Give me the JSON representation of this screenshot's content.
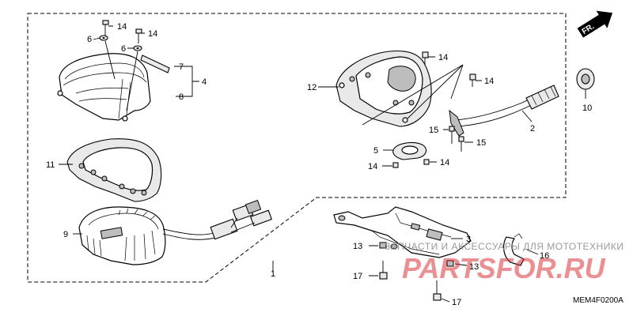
{
  "labels": {
    "p1": "1",
    "p2": "2",
    "p3": "3",
    "p4": "4",
    "p5": "5",
    "p6a": "6",
    "p6b": "6",
    "p7": "7",
    "p8": "8",
    "p9": "9",
    "p10": "10",
    "p11": "11",
    "p12": "12",
    "p13a": "13",
    "p13b": "13",
    "p14a": "14",
    "p14b": "14",
    "p14c": "14",
    "p14d": "14",
    "p14e": "14",
    "p14f": "14",
    "p15a": "15",
    "p15b": "15",
    "p16": "16",
    "p17a": "17",
    "p17b": "17"
  },
  "direction_label": "FR.",
  "diagram_code": "MEM4F0200A",
  "watermark": {
    "line1": "ЗАПЧАСТИ И АКСЕССУАРЫ ДЛЯ МОТОТЕХНИКИ",
    "line2": "PARTSFOR.RU"
  },
  "colors": {
    "watermark_logo": "#d8353b",
    "watermark_text": "#9a9a9a"
  },
  "icons": [
    "direction-arrow-icon"
  ]
}
